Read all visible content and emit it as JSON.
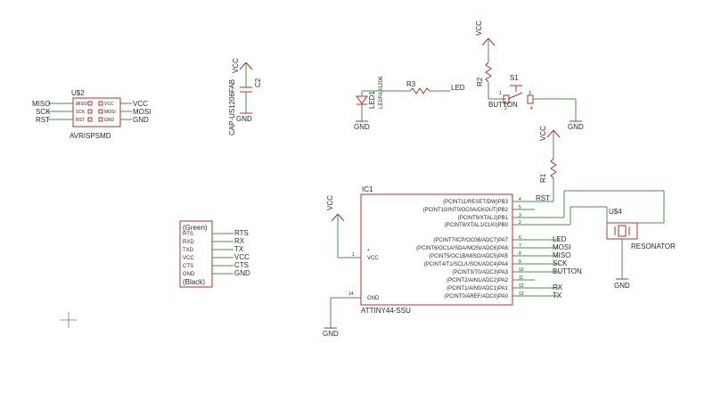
{
  "avrisp": {
    "name": "U$2",
    "value": "AVRISPSMD",
    "inner_left": [
      "MISO",
      "SCK",
      "RST"
    ],
    "inner_right": [
      "VCC",
      "MOSI",
      "GND"
    ],
    "net_left": [
      "MISO",
      "SCK",
      "RST"
    ],
    "net_right": [
      "VCC",
      "MOSI",
      "GND"
    ]
  },
  "cap": {
    "name": "C2",
    "value": "CAP-US1206FAB",
    "vcc": "VCC",
    "gnd": "GND"
  },
  "led": {
    "name": "LED1",
    "value": "LEDFAB1206",
    "gnd": "GND"
  },
  "r3": {
    "name": "R3",
    "net": "LED"
  },
  "r2": {
    "name": "R2",
    "vcc": "VCC"
  },
  "switch": {
    "name": "S1",
    "value": "BUTTON",
    "pins": [
      "1",
      "2",
      "3",
      "4"
    ],
    "gnd": "GND"
  },
  "r1": {
    "name": "R1",
    "vcc": "VCC",
    "net": "RST"
  },
  "ftdi": {
    "top": "(Green)",
    "bottom": "(Black)",
    "pins": [
      "RTS",
      "RXD",
      "TXD",
      "VCC",
      "CTS",
      "GND"
    ],
    "nets": [
      "RTS",
      "RX",
      "TX",
      "VCC",
      "CTS",
      "GND"
    ]
  },
  "ic": {
    "name": "IC1",
    "value": "ATTINY44-SSU",
    "vcc_pin": "VCC",
    "gnd_pin": "GND",
    "pin_vcc_num": "1",
    "pin_gnd_num": "14",
    "vcc_net": "VCC",
    "gnd_net": "GND",
    "right_pins": [
      {
        "label": "(PCINT11/RESET/DW)PB3",
        "num": "4",
        "net": "RST"
      },
      {
        "label": "(PCINT10/INT0/OC0A/CKOUT)PB2",
        "num": "5",
        "net": ""
      },
      {
        "label": "(PCINT9/XTAL2)PB1",
        "num": "3",
        "net": ""
      },
      {
        "label": "(PCINT8/XTAL1/CLKI)PB0",
        "num": "2",
        "net": ""
      },
      {
        "label": "(PCINT7/ICP/OC0B/ADC7)PA7",
        "num": "6",
        "net": "LED"
      },
      {
        "label": "(PCINT6/OC1A/SDA/MOSI/ADC6)PA6",
        "num": "7",
        "net": "MOSI"
      },
      {
        "label": "(PCINT5/OC1B/MISO/ADC5)PA5",
        "num": "8",
        "net": "MISO"
      },
      {
        "label": "(PCINT4/T1/SCL/USCK/ADC4)PA4",
        "num": "9",
        "net": "SCK"
      },
      {
        "label": "(PCINT3/T0/ADC3)PA3",
        "num": "10",
        "net": "BUTTON"
      },
      {
        "label": "(PCINT2/AIN1/ADC2)PA2",
        "num": "11",
        "net": ""
      },
      {
        "label": "(PCINT1/AIN0/ADC1)PA1",
        "num": "12",
        "net": "RX"
      },
      {
        "label": "(PCINT0/AREF/ADC0)PA0",
        "num": "13",
        "net": "TX"
      }
    ]
  },
  "resonator": {
    "name": "U$4",
    "value": "RESONATOR",
    "gnd": "GND"
  }
}
